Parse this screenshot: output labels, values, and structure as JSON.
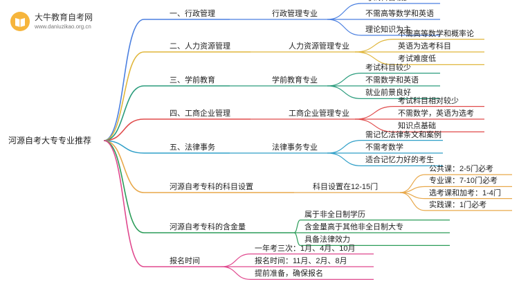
{
  "logo": {
    "name": "大牛教育自考网",
    "url": "www.daniuzikao.org.cn"
  },
  "root": "河源自考大专专业推荐",
  "branches": [
    {
      "label": "一、行政管理",
      "sub": "行政管理专业",
      "color": "#4a7fe0",
      "leaves": [
        "考试科目较少",
        "不需高等数学和英语",
        "理论知识为主"
      ]
    },
    {
      "label": "二、人力资源管理",
      "sub": "人力资源管理专业",
      "color": "#e0b63a",
      "leaves": [
        "不需高等数学和概率论",
        "英语为选考科目",
        "考试难度低"
      ]
    },
    {
      "label": "三、学前教育",
      "sub": "学前教育专业",
      "color": "#2a9c7c",
      "leaves": [
        "考试科目较少",
        "不需数学和英语",
        "就业前景良好"
      ]
    },
    {
      "label": "四、工商企业管理",
      "sub": "工商企业管理专业",
      "color": "#e04a4a",
      "leaves": [
        "考试科目相对较少",
        "不需数学，英语为选考",
        "知识点基础"
      ]
    },
    {
      "label": "五、法律事务",
      "sub": "法律事务专业",
      "color": "#2f9fc8",
      "leaves": [
        "需记忆法律条文和案例",
        "不需考数学",
        "适合记忆力好的考生"
      ]
    },
    {
      "label": "河源自考专科的科目设置",
      "sub": "科目设置在12-15门",
      "color": "#e8a84a",
      "leaves": [
        "公共课：2-5门必考",
        "专业课：7-10门必考",
        "选考课和加考：1-4门",
        "实践课：1门必考"
      ]
    },
    {
      "label": "河源自考专科的含金量",
      "sub": "",
      "color": "#2a9c58",
      "leaves": [
        "属于非全日制学历",
        "含金量高于其他非全日制大专",
        "具备法律效力"
      ]
    },
    {
      "label": "报名时间",
      "sub": "",
      "color": "#e0488e",
      "leaves": [
        "一年考三次：1月、4月、10月",
        "报名时间：11月、2月、8月",
        "提前准备，确保报名"
      ]
    }
  ]
}
